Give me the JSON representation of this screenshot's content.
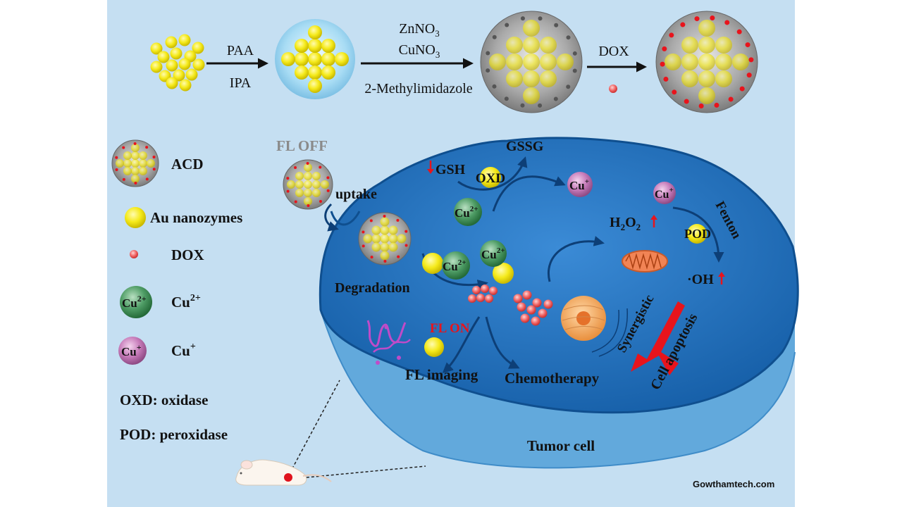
{
  "synthesis": {
    "step1_top": "PAA",
    "step1_bottom": "IPA",
    "step2_line1_base": "ZnNO",
    "step2_line1_sub": "3",
    "step2_line2_base": "CuNO",
    "step2_line2_sub": "3",
    "step2_bottom": "2-Methylimidazole",
    "step3_top": "DOX"
  },
  "legend": {
    "acd": "ACD",
    "au": "Au nanozymes",
    "dox": "DOX",
    "cu2_icon": "Cu",
    "cu2_icon_sup": "2+",
    "cu2_label": "Cu",
    "cu2_label_sup": "2+",
    "cu1_icon": "Cu",
    "cu1_icon_sup": "+",
    "cu1_label": "Cu",
    "cu1_label_sup": "+",
    "oxd": "OXD: oxidase",
    "pod": "POD: peroxidase"
  },
  "cell": {
    "fl_off": "FL OFF",
    "uptake": "uptake",
    "gssg": "GSSG",
    "gsh": "GSH",
    "oxd": "OXD",
    "cu": "Cu",
    "sup2": "2+",
    "sup1": "+",
    "h2o2_h": "H",
    "h2o2_2a": "2",
    "h2o2_o": "O",
    "h2o2_2b": "2",
    "fenton": "Fenton",
    "pod": "POD",
    "oh": "·OH",
    "degradation": "Degradation",
    "fl_on": "FL ON",
    "fl_imaging": "FL imaging",
    "chemotherapy": "Chemotherapy",
    "synergistic": "Synergistic",
    "cell_apoptosis": "Cell apoptosis",
    "tumor_cell": "Tumor cell"
  },
  "watermark": "Gowthamtech.com",
  "colors": {
    "background": "#c5dff2",
    "cell_interior": "#1e72c0",
    "cell_base": "#62a9dc",
    "au_yellow": "#f5ea1b",
    "dox_red": "#f06060",
    "cu2_green": "#3e8f57",
    "cu1_pink": "#c778b8",
    "arrow_red": "#e8141c"
  }
}
